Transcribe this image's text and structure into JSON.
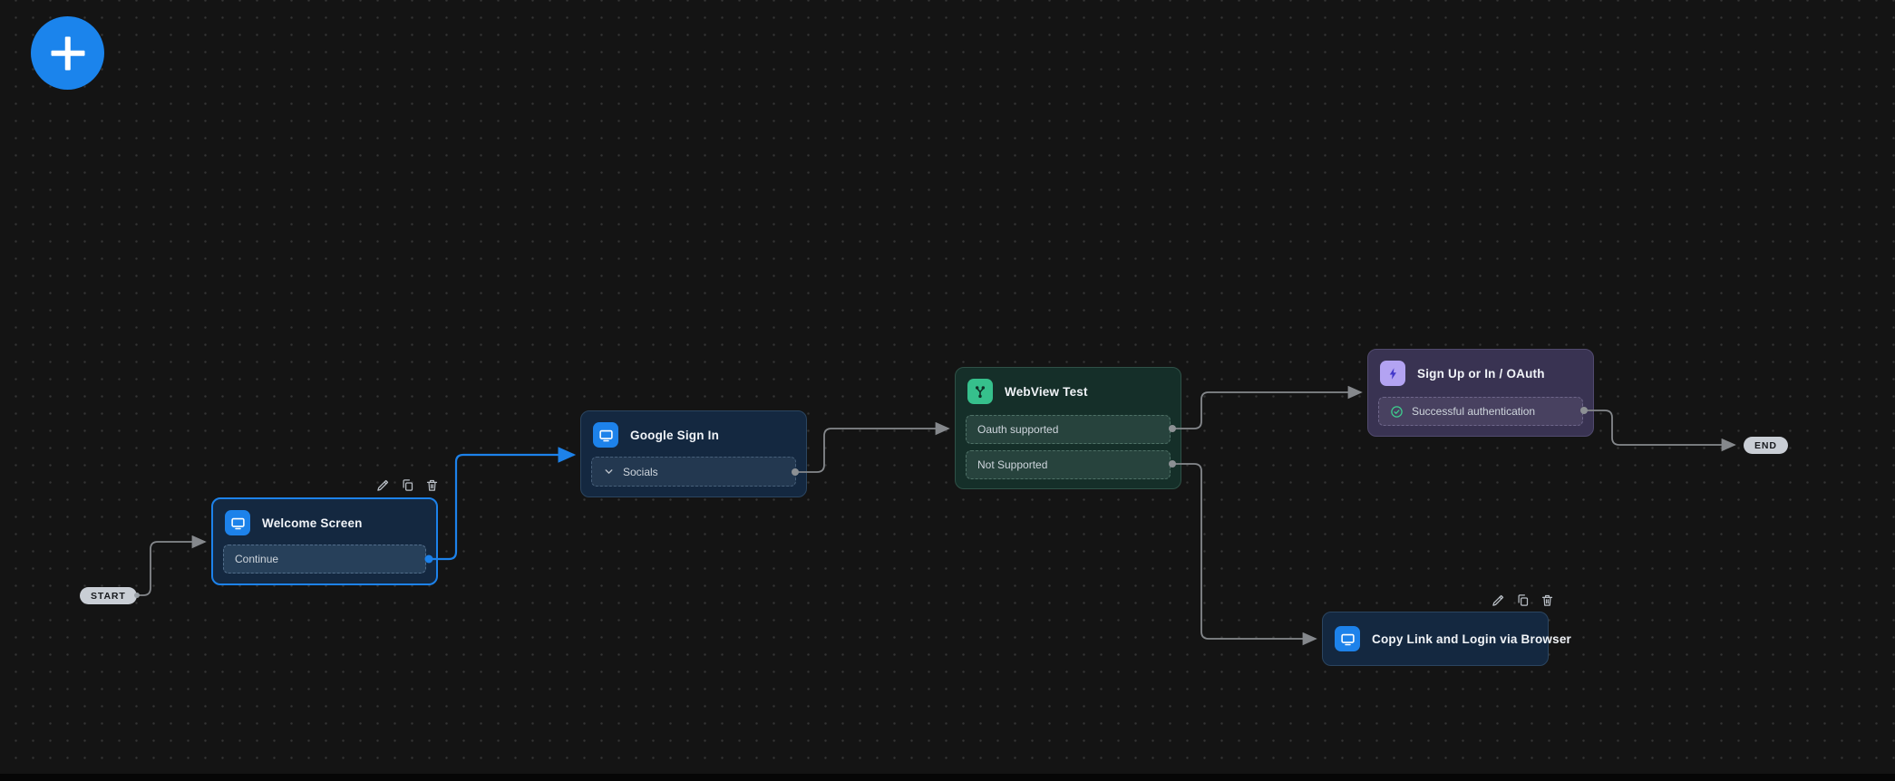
{
  "add_button": {
    "icon": "plus-icon"
  },
  "pills": {
    "start": "START",
    "end": "END"
  },
  "node_toolbar": {
    "icons": [
      "pencil-icon",
      "copy-icon",
      "trash-icon"
    ]
  },
  "nodes": [
    {
      "id": "welcome",
      "title": "Welcome Screen",
      "type": "screen",
      "icon": "monitor-icon",
      "selected": true,
      "rows": [
        {
          "label": "Continue"
        }
      ]
    },
    {
      "id": "google",
      "title": "Google Sign In",
      "type": "screen",
      "icon": "monitor-icon",
      "rows": [
        {
          "label": "Socials",
          "icon": "chevron-down-icon"
        }
      ]
    },
    {
      "id": "webview",
      "title": "WebView Test",
      "type": "branch",
      "icon": "branch-icon",
      "rows": [
        {
          "label": "Oauth supported"
        },
        {
          "label": "Not Supported"
        }
      ]
    },
    {
      "id": "signup",
      "title": "Sign Up or In / OAuth",
      "type": "action",
      "icon": "lightning-icon",
      "rows": [
        {
          "label": "Successful authentication",
          "icon": "check-circle-icon"
        }
      ]
    },
    {
      "id": "copylink",
      "title": "Copy Link and Login via Browser",
      "type": "screen",
      "icon": "monitor-icon",
      "rows": []
    }
  ],
  "edges": [
    {
      "from": "start",
      "to": "welcome"
    },
    {
      "from": "welcome.continue",
      "to": "google",
      "selected": true
    },
    {
      "from": "google.socials",
      "to": "webview"
    },
    {
      "from": "webview.oauth-supported",
      "to": "signup"
    },
    {
      "from": "webview.not-supported",
      "to": "copylink"
    },
    {
      "from": "signup.successful-authentication",
      "to": "end"
    }
  ],
  "colors": {
    "background": "#141414",
    "grid_dot": "#353535",
    "accent_blue": "#1d82ea",
    "node_navy": "#142840",
    "node_teal": "#152f29",
    "node_purple": "#393352",
    "icon_green": "#36c08c",
    "icon_purple": "#b3a3f2",
    "edge_gray": "#85888c",
    "pill_bg": "#c9ced5",
    "success_green": "#3ecf8e"
  }
}
